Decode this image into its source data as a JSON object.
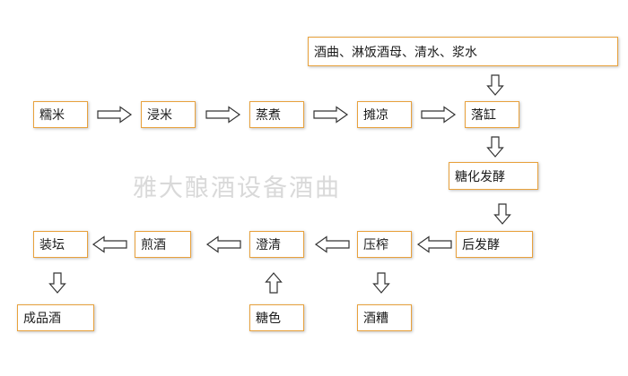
{
  "watermark": "雅大酿酒设备酒曲",
  "nodes": {
    "ingredients": "酒曲、淋饭酒母、清水、浆水",
    "glutinous_rice": "糯米",
    "soaking": "浸米",
    "steaming": "蒸煮",
    "cooling": "摊凉",
    "into_vat": "落缸",
    "saccharification": "糖化发酵",
    "post_fermentation": "后发酵",
    "pressing": "压榨",
    "clarifying": "澄清",
    "decocting": "煎酒",
    "jarring": "装坛",
    "finished_wine": "成品酒",
    "caramel": "糖色",
    "distillers_grains": "酒糟"
  }
}
